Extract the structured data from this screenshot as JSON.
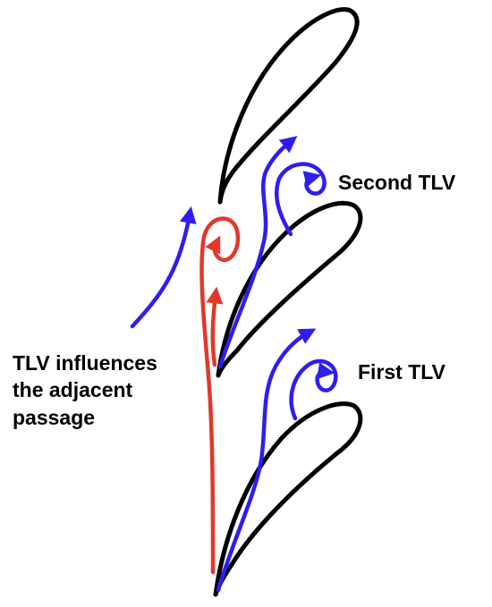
{
  "labels": {
    "second_tlv": "Second TLV",
    "first_tlv": "First TLV",
    "tlv_influence_line1": "TLV influences",
    "tlv_influence_line2": "the adjacent",
    "tlv_influence_line3": "passage"
  },
  "colors": {
    "blade": "#000000",
    "blue_flow": "#2f1df0",
    "red_flow": "#e0392b"
  }
}
